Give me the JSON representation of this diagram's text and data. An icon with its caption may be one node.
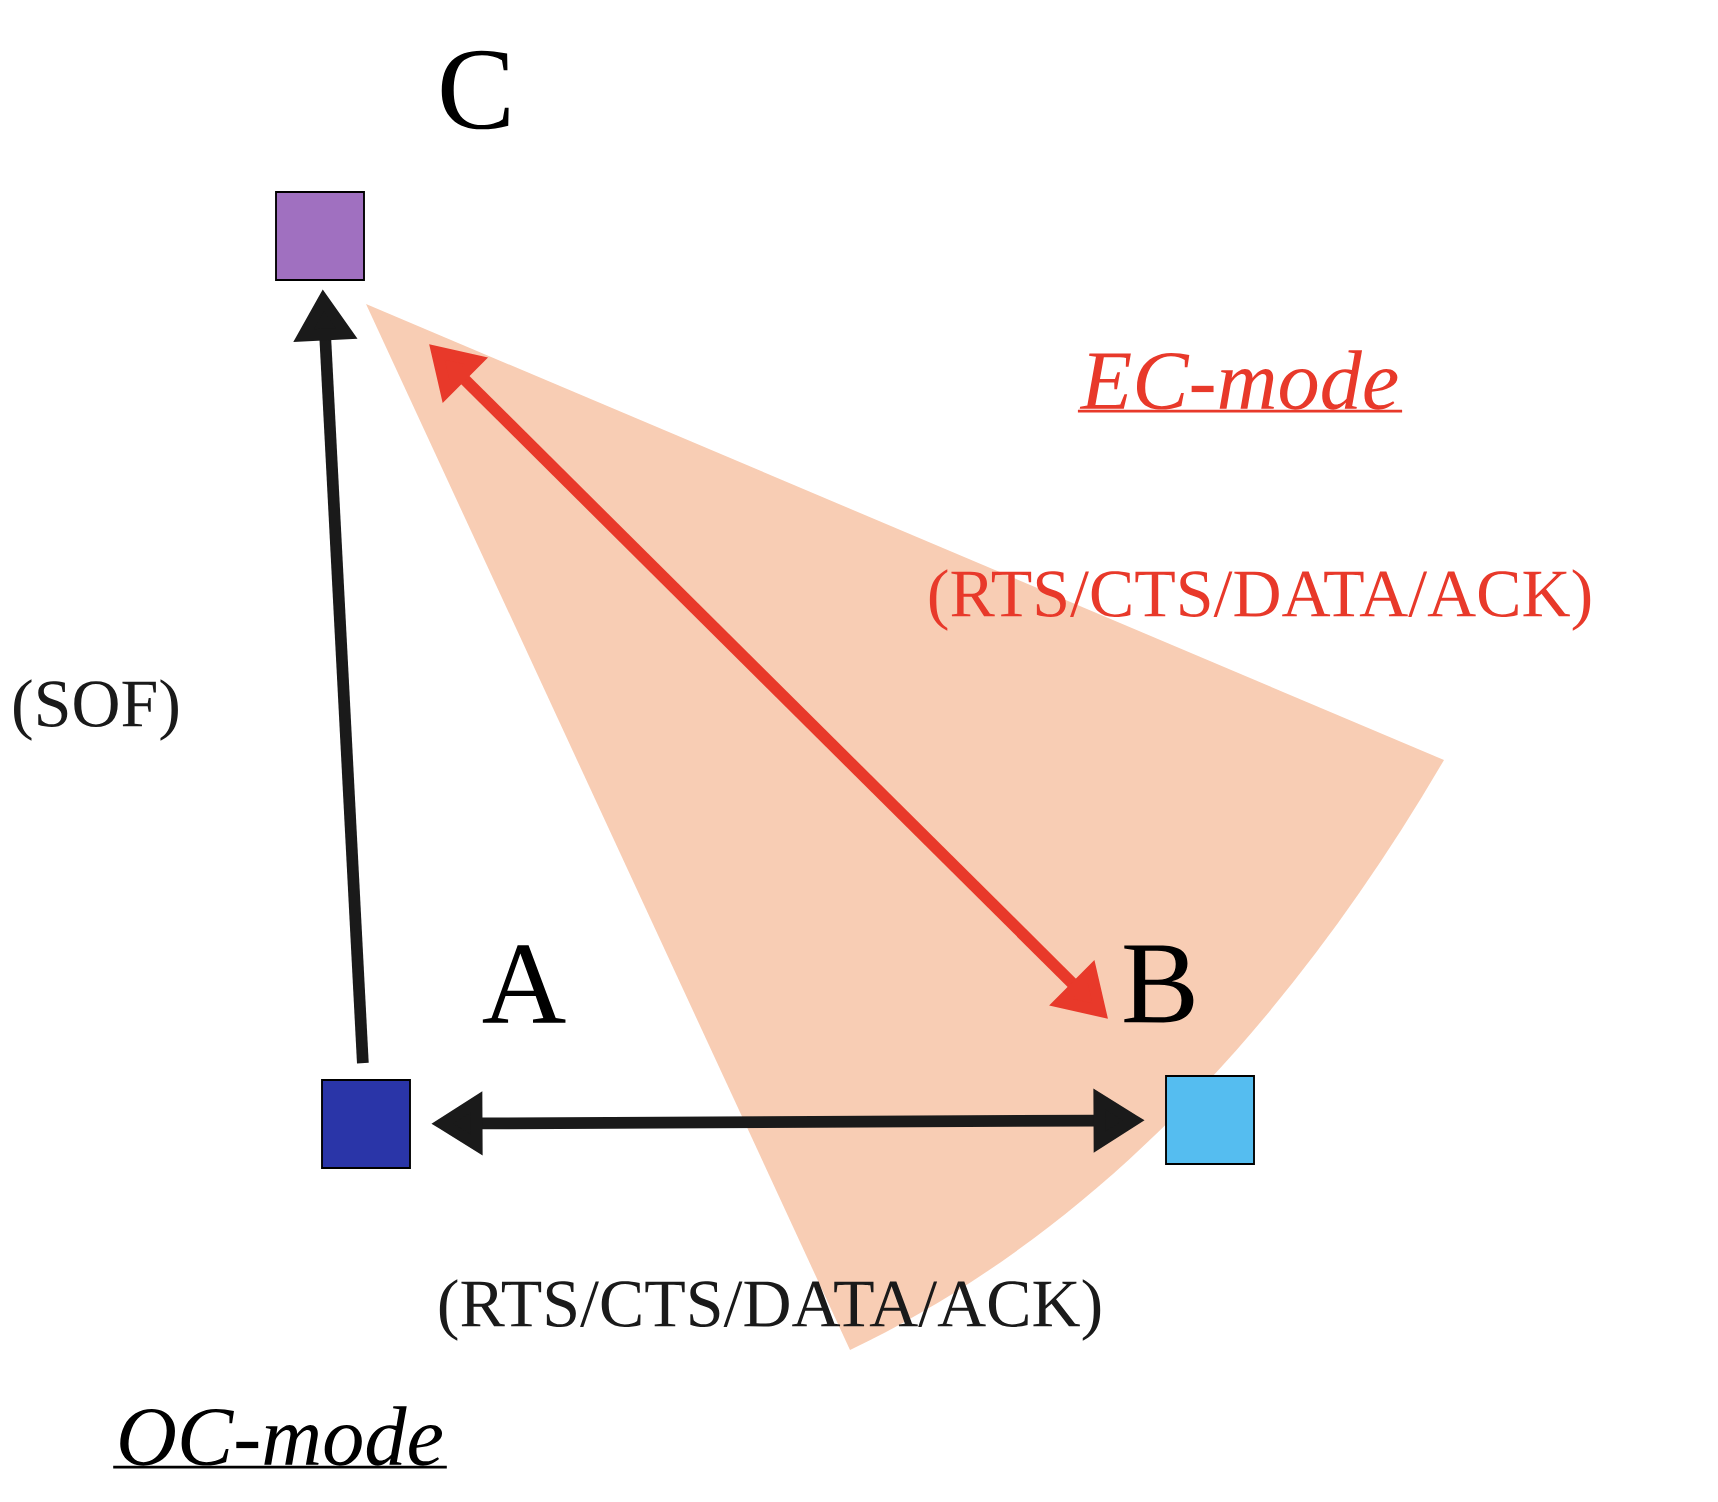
{
  "diagram": {
    "nodes": [
      {
        "text": [],
        "shape": "box",
        "beside": [
          "C"
        ]
      },
      {
        "text": [],
        "shape": "box",
        "beside": [
          "A"
        ]
      },
      {
        "text": [],
        "shape": "box",
        "beside": [
          "B"
        ]
      }
    ],
    "edges": [
      {
        "from": 1,
        "to": 0,
        "arrow": "to",
        "label": "(SOF)"
      },
      {
        "from": 1,
        "to": 2,
        "arrow": "both",
        "label": "(RTS/CTS/DATA/ACK)"
      },
      {
        "from": 0,
        "to": 2,
        "arrow": "both",
        "label": "(RTS/CTS/DATA/ACK)",
        "color": "#e8392a"
      }
    ],
    "labels": [
      "EC-mode",
      "OC-mode"
    ]
  }
}
